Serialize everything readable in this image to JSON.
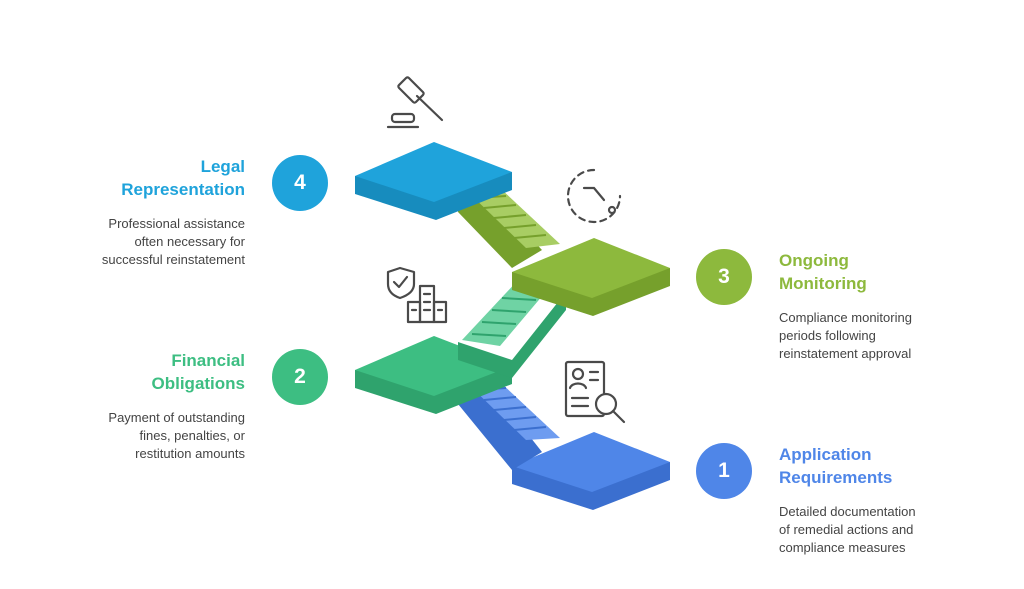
{
  "colors": {
    "step1": "#4F86E8",
    "step2": "#3DBE82",
    "step3": "#8DB93D",
    "step4": "#1FA3DB",
    "text_muted": "#444444",
    "icon_stroke": "#4a4a4a"
  },
  "steps": [
    {
      "number": "1",
      "title": [
        "Application",
        "Requirements"
      ],
      "description": [
        "Detailed documentation",
        "of remedial actions and",
        "compliance measures"
      ],
      "icon": "document-search-icon"
    },
    {
      "number": "2",
      "title": [
        "Financial",
        "Obligations"
      ],
      "description": [
        "Payment of outstanding",
        "fines, penalties, or",
        "restitution amounts"
      ],
      "icon": "shield-building-icon"
    },
    {
      "number": "3",
      "title": [
        "Ongoing",
        "Monitoring"
      ],
      "description": [
        "Compliance monitoring",
        "periods following",
        "reinstatement approval"
      ],
      "icon": "clock-icon"
    },
    {
      "number": "4",
      "title": [
        "Legal",
        "Representation"
      ],
      "description": [
        "Professional assistance",
        "often necessary for",
        "successful reinstatement"
      ],
      "icon": "gavel-icon"
    }
  ]
}
